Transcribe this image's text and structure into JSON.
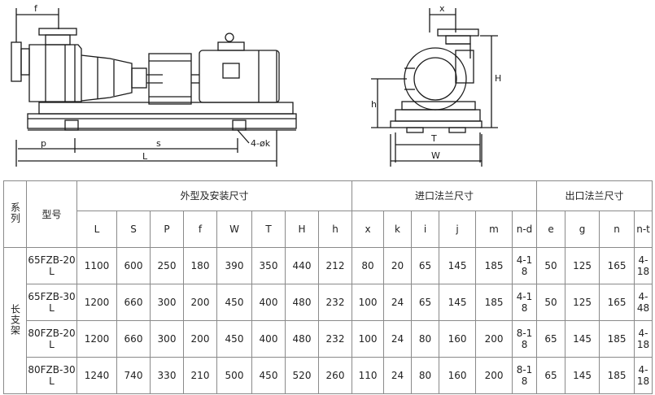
{
  "drawing": {
    "front_labels": {
      "f": "f",
      "p": "p",
      "s": "s",
      "L": "L",
      "holes": "4-øk"
    },
    "side_labels": {
      "x": "x",
      "H": "H",
      "h": "h",
      "T": "T",
      "W": "W"
    }
  },
  "table": {
    "series_header": "系列",
    "model_header": "型号",
    "group_outline": "外型及安装尺寸",
    "group_inlet": "进口法兰尺寸",
    "group_outlet": "出口法兰尺寸",
    "columns": [
      "L",
      "S",
      "P",
      "f",
      "W",
      "T",
      "H",
      "h",
      "x",
      "k",
      "i",
      "j",
      "m",
      "n-d",
      "e",
      "g",
      "n",
      "n-t"
    ],
    "series_name": "长支架",
    "rows": [
      {
        "model": "65FZB-20L",
        "values": [
          "1100",
          "600",
          "250",
          "180",
          "390",
          "350",
          "440",
          "212",
          "80",
          "20",
          "65",
          "145",
          "185",
          "4-18",
          "50",
          "125",
          "165",
          "4-18"
        ]
      },
      {
        "model": "65FZB-30L",
        "values": [
          "1200",
          "660",
          "300",
          "200",
          "450",
          "400",
          "480",
          "232",
          "100",
          "24",
          "65",
          "145",
          "185",
          "4-18",
          "50",
          "125",
          "165",
          "4-48"
        ]
      },
      {
        "model": "80FZB-20L",
        "values": [
          "1200",
          "660",
          "300",
          "200",
          "450",
          "400",
          "480",
          "232",
          "100",
          "24",
          "80",
          "160",
          "200",
          "8-18",
          "65",
          "145",
          "185",
          "4-18"
        ]
      },
      {
        "model": "80FZB-30L",
        "values": [
          "1240",
          "740",
          "330",
          "210",
          "500",
          "450",
          "520",
          "260",
          "110",
          "24",
          "80",
          "160",
          "200",
          "8-18",
          "65",
          "145",
          "185",
          "4-18"
        ]
      }
    ]
  }
}
